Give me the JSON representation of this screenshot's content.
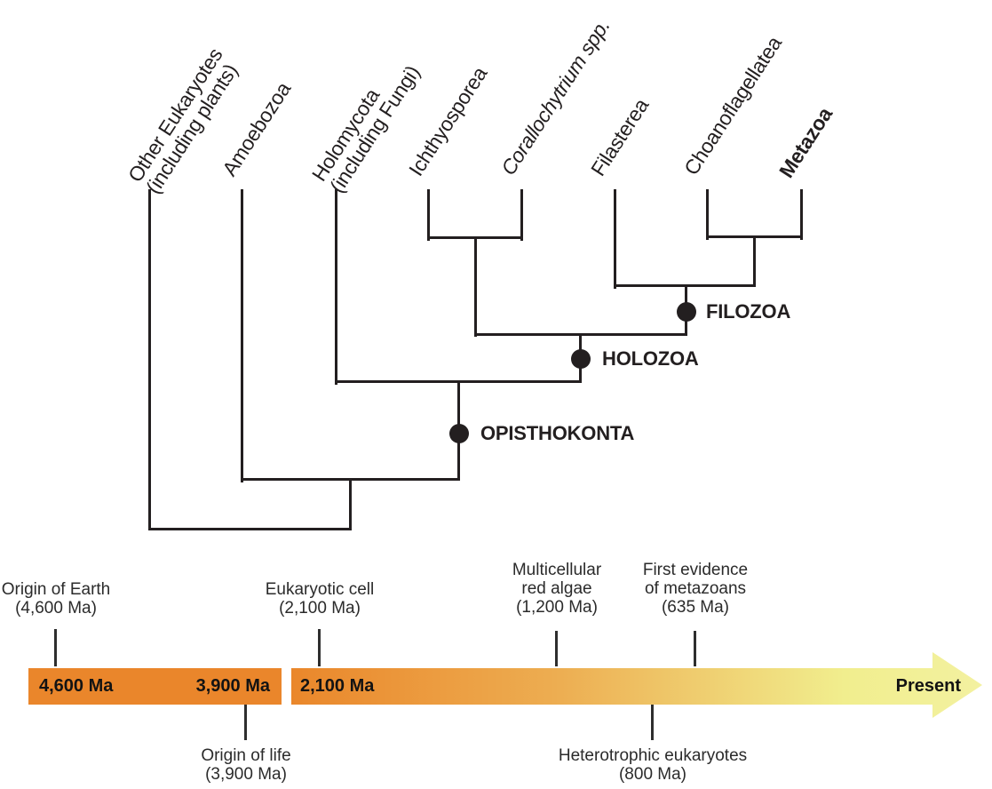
{
  "figure": {
    "tree": {
      "taxa": [
        {
          "name": "Other Eukaryotes\n(including plants)"
        },
        {
          "name": "Amoebozoa"
        },
        {
          "name": "Holomycota\n(including Fungi)"
        },
        {
          "name": "Ichthyosporea"
        },
        {
          "name": "Corallochytrium spp."
        },
        {
          "name": "Filasterea"
        },
        {
          "name": "Choanoflagellatea"
        },
        {
          "name": "Metazoa"
        }
      ],
      "clade_nodes": [
        {
          "label": "FILOZOA"
        },
        {
          "label": "HOLOZOA"
        },
        {
          "label": "OPISTHOKONTA"
        }
      ]
    },
    "timeline": {
      "events_above": [
        {
          "text": "Origin of Earth\n(4,600 Ma)"
        },
        {
          "text": "Eukaryotic cell\n(2,100 Ma)"
        },
        {
          "text": "Multicellular\nred algae\n(1,200 Ma)"
        },
        {
          "text": "First evidence\nof metazoans\n(635 Ma)"
        }
      ],
      "events_below": [
        {
          "text": "Origin of life\n(3,900 Ma)"
        },
        {
          "text": "Heterotrophic eukaryotes\n(800 Ma)"
        }
      ],
      "segment1": {
        "left_label": "4,600 Ma",
        "right_label": "3,900 Ma"
      },
      "segment2": {
        "left_label": "2,100 Ma",
        "right_label": "Present"
      },
      "colors": {
        "solid_orange": "#EA862B",
        "gradient_start": "#EA872B",
        "gradient_mid": "#EDAE52",
        "gradient_end": "#F3F1A0",
        "line_black": "#231f20"
      }
    }
  }
}
